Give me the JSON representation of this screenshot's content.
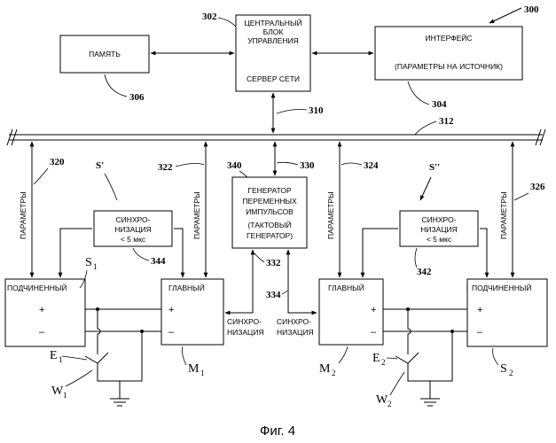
{
  "labels": {
    "cpu_line1": "ЦЕНТРАЛЬНЫЙ",
    "cpu_line2": "БЛОК",
    "cpu_line3": "УПРАВЛЕНИЯ",
    "cpu_line4": "СЕРВЕР СЕТИ",
    "memory": "ПАМЯТЬ",
    "interface_line1": "ИНТЕРФЕЙС",
    "interface_line2": "(ПАРАМЕТРЫ НА ИСТОЧНИК)",
    "gen_line1": "ГЕНЕРАТОР",
    "gen_line2": "ПЕРЕМЕННЫХ",
    "gen_line3": "ИМПУЛЬСОВ",
    "gen_line4": "(ТАКТОВЫЙ",
    "gen_line5": "ГЕНЕРАТОР)",
    "sync_box_line1": "СИНХРО-",
    "sync_box_line2": "НИЗАЦИЯ",
    "sync_box_line3": "< 5 мкс",
    "slave": "ПОДЧИНЕННЫЙ",
    "master": "ГЛАВНЫЙ",
    "params": "ПАРАМЕТРЫ",
    "sync_line1": "СИНХРО-",
    "sync_line2": "НИЗАЦИЯ",
    "plus": "+",
    "minus": "–",
    "caption": "Фиг. 4"
  },
  "refs": {
    "r300": "300",
    "r302": "302",
    "r304": "304",
    "r306": "306",
    "r310": "310",
    "r312": "312",
    "r320": "320",
    "r322": "322",
    "r324": "324",
    "r326": "326",
    "r330": "330",
    "r332": "332",
    "r334": "334",
    "r340": "340",
    "r342": "342",
    "r344": "344"
  },
  "designators": {
    "s_prime": "S'",
    "s_dprime": "S''",
    "S": "S",
    "M": "M",
    "E": "E",
    "W": "W",
    "sub1": "1",
    "sub2": "2"
  }
}
